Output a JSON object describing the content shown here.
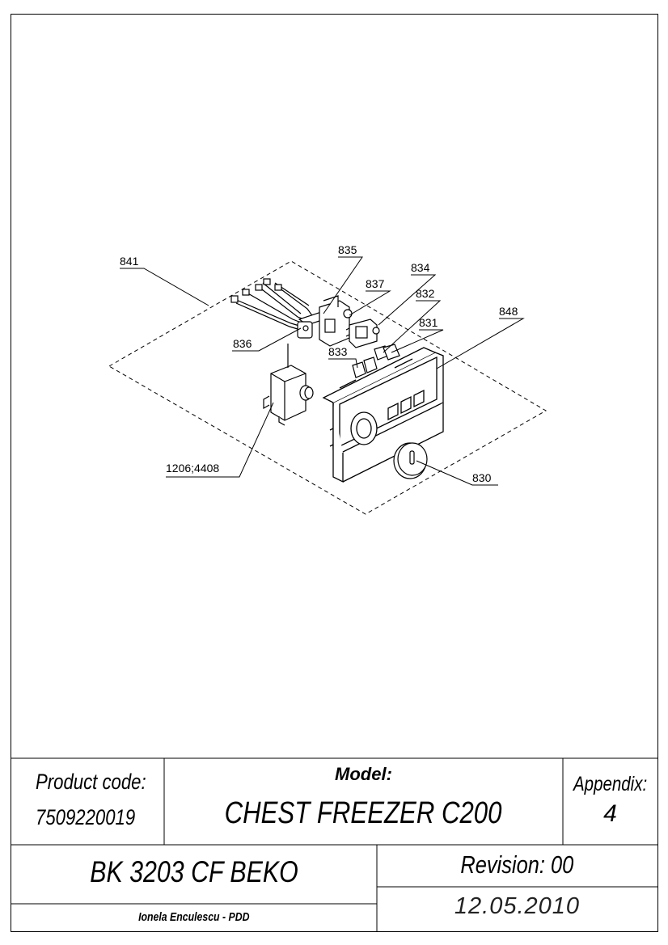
{
  "diagram": {
    "callouts": {
      "c841": "841",
      "c835": "835",
      "c834": "834",
      "c837": "837",
      "c832": "832",
      "c831": "831",
      "c848": "848",
      "c836": "836",
      "c833": "833",
      "c1206": "1206;4408",
      "c830": "830"
    }
  },
  "title_block": {
    "product_code_label": "Product code:",
    "product_code": "7509220019",
    "model_label": "Model:",
    "model": "CHEST FREEZER C200",
    "appendix_label": "Appendix:",
    "appendix": "4",
    "brand_model": "BK 3203 CF BEKO",
    "revision": "Revision: 00",
    "author": "Ionela Enculescu - PDD",
    "date": "12.05.2010"
  }
}
